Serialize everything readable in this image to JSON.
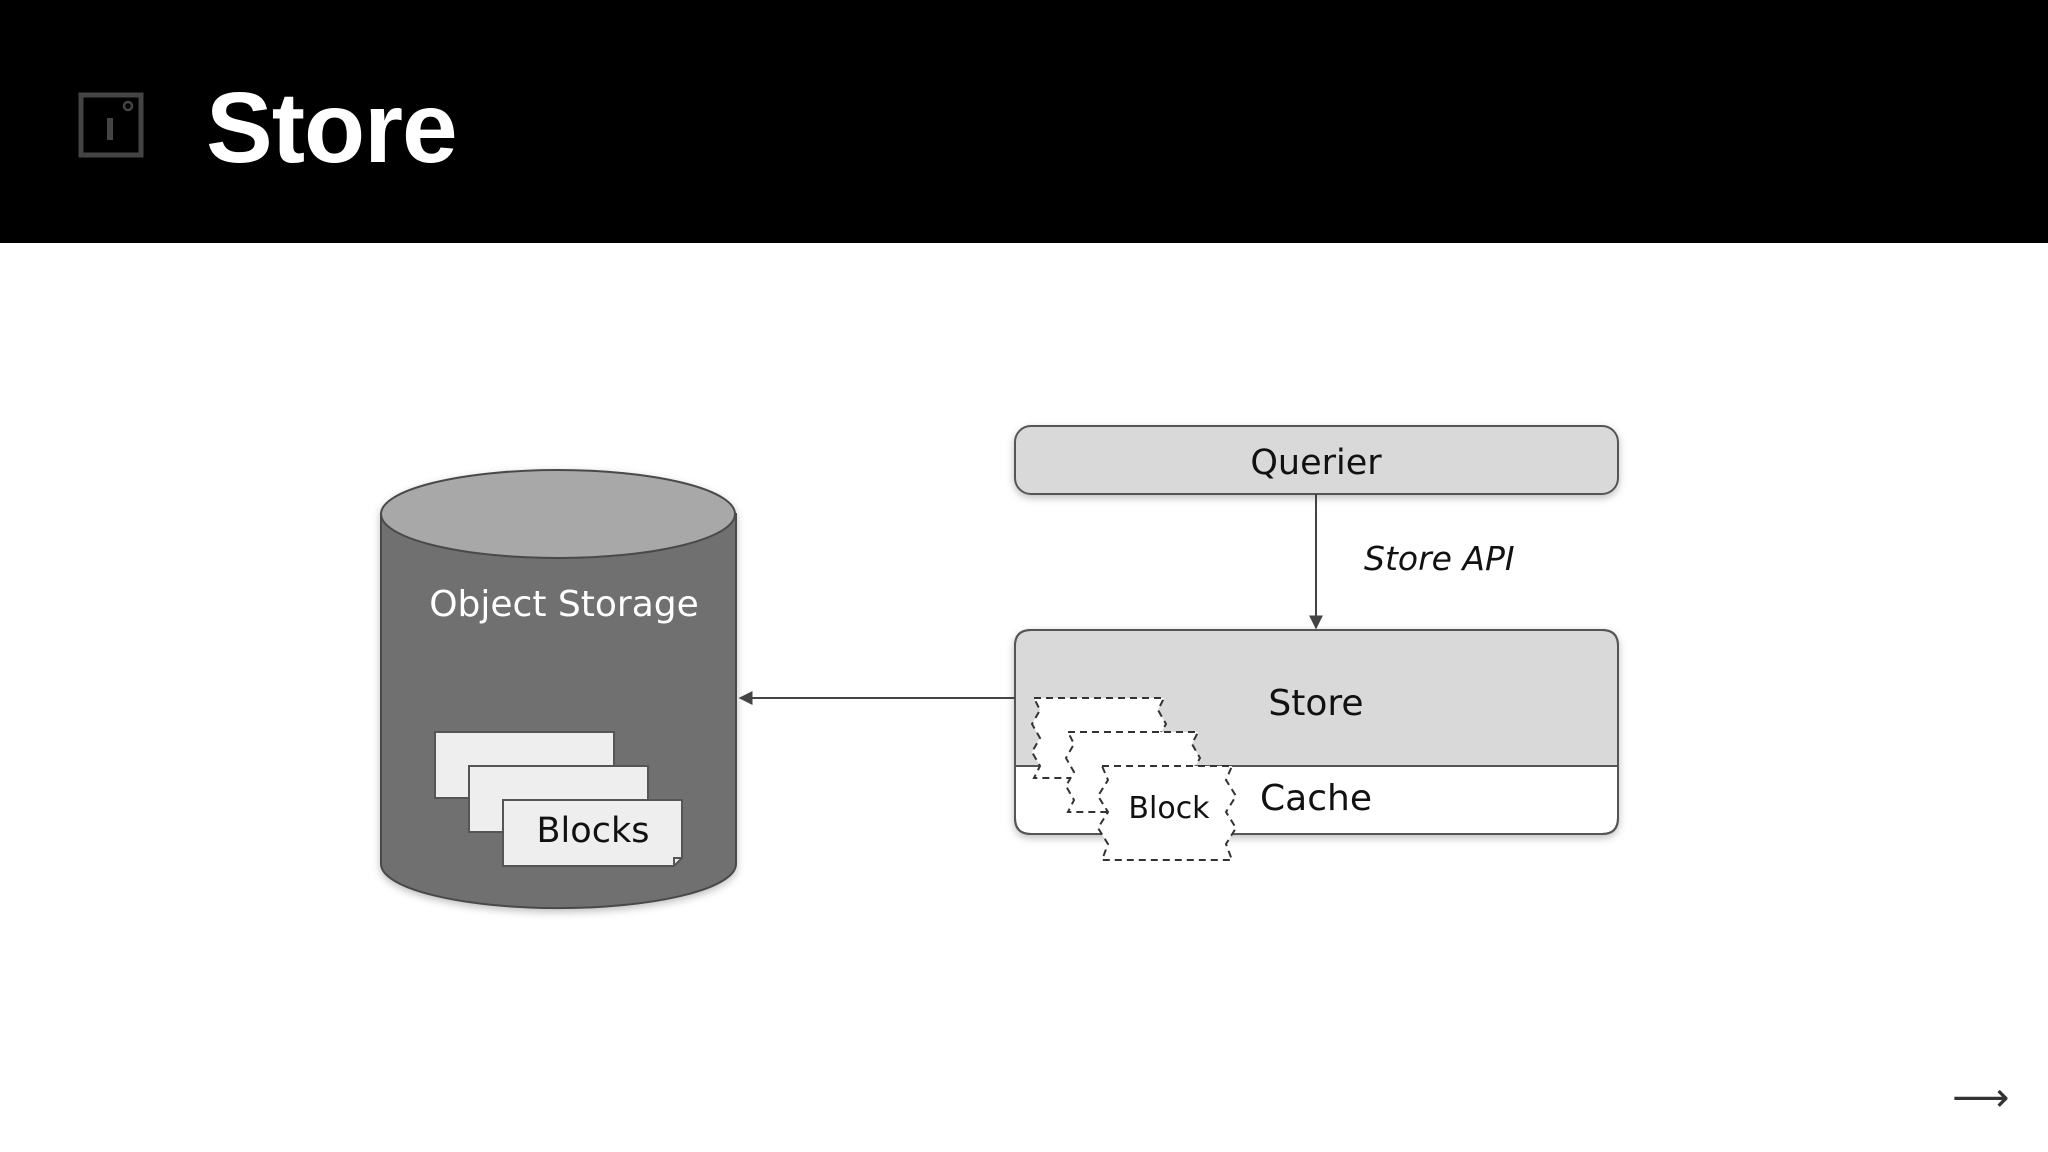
{
  "slide": {
    "title": "Store"
  },
  "diagram": {
    "object_storage_label": "Object Storage",
    "blocks_label": "Blocks",
    "querier_label": "Querier",
    "store_api_label": "Store API",
    "store_label": "Store",
    "cache_label": "Cache",
    "block_label": "Block"
  },
  "navigation": {
    "next_glyph": "⟶",
    "next_icon": "arrow-right-icon"
  },
  "colors": {
    "header_bg": "#000000",
    "cylinder_body": "#707070",
    "cylinder_top": "#a8a8a8",
    "box_fill": "#d9d9d9"
  }
}
